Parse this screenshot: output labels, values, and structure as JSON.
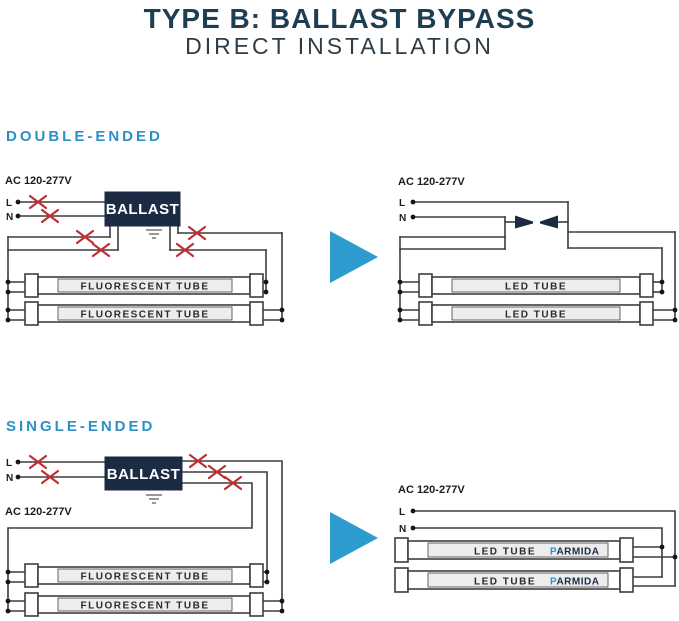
{
  "header": {
    "title": "TYPE B: BALLAST BYPASS",
    "subtitle": "DIRECT INSTALLATION"
  },
  "sections": {
    "double": {
      "label": "DOUBLE-ENDED"
    },
    "single": {
      "label": "SINGLE-ENDED"
    }
  },
  "labels": {
    "ac": "AC 120-277V",
    "line": "L",
    "neutral": "N",
    "ballast": "BALLAST",
    "fluorescent": "FLUORESCENT TUBE",
    "led": "LED TUBE",
    "brand_p": "P",
    "brand_rest": "ARMIDA"
  },
  "colors": {
    "title_navy": "#1E3E54",
    "header_blue": "#2B90C4",
    "arrow_blue": "#2E9BCE",
    "ballast_navy": "#1A2B43",
    "wire_gray": "#3D3D3D",
    "disconnect_red": "#C03032",
    "brand_blue": "#2196D3",
    "tube_panel_gray": "#EDEDED"
  }
}
